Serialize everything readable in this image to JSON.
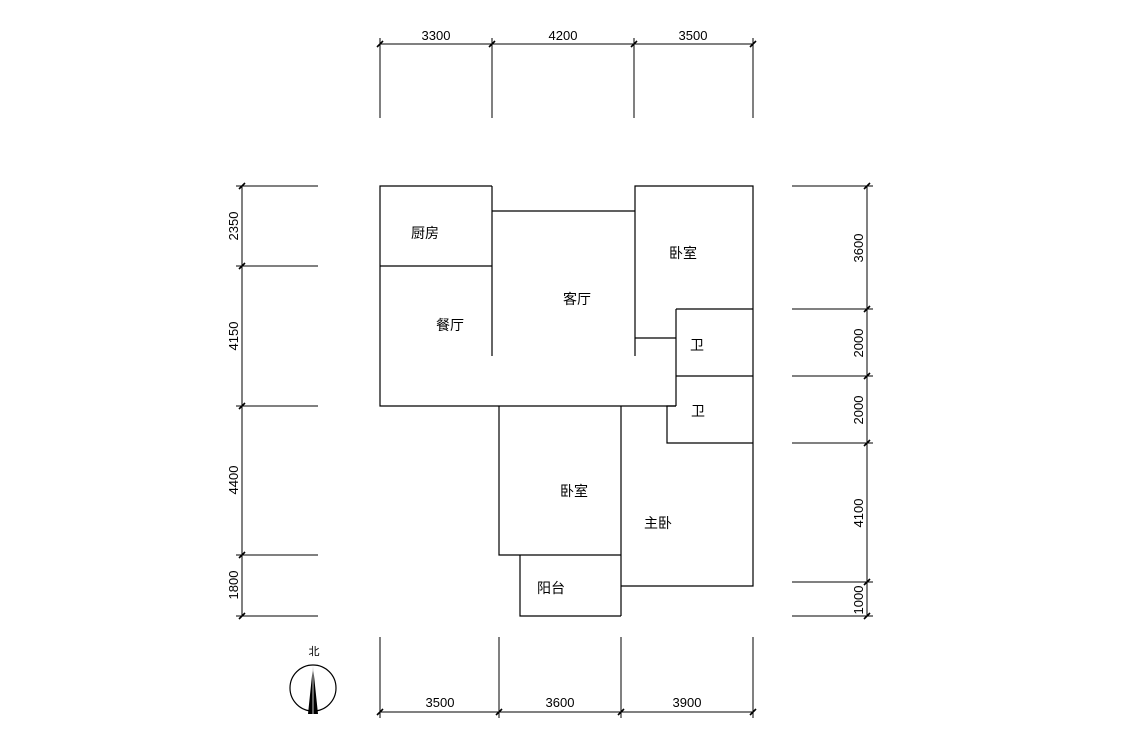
{
  "rooms": {
    "kitchen": "厨房",
    "dining": "餐厅",
    "living": "客厅",
    "bedroom_ne": "卧室",
    "bath_1": "卫",
    "bath_2": "卫",
    "bedroom_s": "卧室",
    "master_bedroom": "主卧",
    "balcony": "阳台"
  },
  "dimensions": {
    "top": [
      "3300",
      "4200",
      "3500"
    ],
    "bottom": [
      "3500",
      "3600",
      "3900"
    ],
    "left": [
      "2350",
      "4150",
      "4400",
      "1800"
    ],
    "right": [
      "3600",
      "2000",
      "2000",
      "4100",
      "1000"
    ]
  },
  "compass": {
    "label": "北",
    "icon": "north-arrow-icon"
  }
}
